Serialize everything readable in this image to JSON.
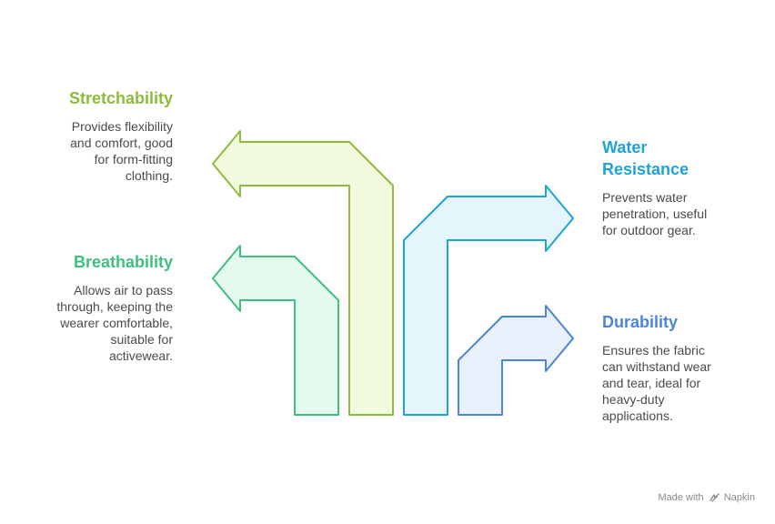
{
  "items": [
    {
      "title": "Stretchability",
      "lines": [
        "Provides flexibility",
        "and comfort, good",
        "for form-fitting",
        "clothing."
      ],
      "color": "#8dbb3c",
      "fill": "#f3fbdf",
      "icon": "arrow-left"
    },
    {
      "title": "Breathability",
      "lines": [
        "Allows air to pass",
        "through, keeping the",
        "wearer comfortable,",
        "suitable for",
        "activewear."
      ],
      "color": "#3fbf7f",
      "fill": "#e4f9ee",
      "icon": "arrow-left"
    },
    {
      "title": "Water Resistance",
      "title_lines": [
        "Water",
        "Resistance"
      ],
      "lines": [
        "Prevents water",
        "penetration, useful",
        "for outdoor gear."
      ],
      "color": "#1da3d6",
      "fill": "#e4f5fb",
      "icon": "arrow-right"
    },
    {
      "title": "Durability",
      "lines": [
        "Ensures the fabric",
        "can withstand wear",
        "and tear, ideal for",
        "heavy-duty",
        "applications."
      ],
      "color": "#4a86d8",
      "fill": "#e8f0fc",
      "icon": "arrow-right"
    }
  ],
  "footer": {
    "made_with": "Made with",
    "brand": "Napkin",
    "icon": "napkin-logo-icon"
  }
}
